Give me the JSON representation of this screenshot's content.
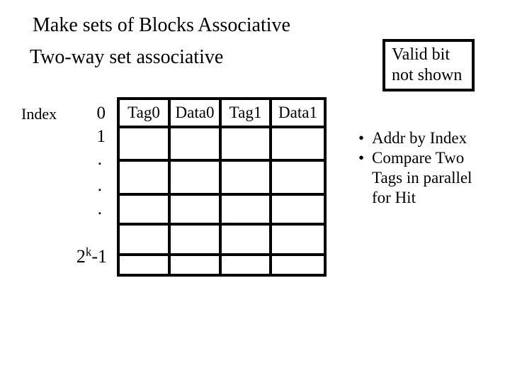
{
  "slide_title": {
    "line1": "Make sets of Blocks Associative",
    "line2": "Two-way set associative"
  },
  "valid_note": {
    "line1": "Valid bit",
    "line2": "not shown"
  },
  "index_column": {
    "label": "Index",
    "first": "0",
    "second": "1",
    "dots": [
      ".",
      ".",
      "."
    ],
    "last_base": "2",
    "last_sup": "k",
    "last_tail": "-1"
  },
  "cache_table": {
    "columns": [
      "Tag0",
      "Data0",
      "Tag1",
      "Data1"
    ],
    "empty_body_rows": 5,
    "body_cells_per_row": 4
  },
  "notes_list": {
    "marker": "•",
    "items": [
      {
        "lines": [
          "Addr by Index"
        ]
      },
      {
        "lines": [
          "Compare Two",
          "Tags in parallel",
          "for Hit"
        ]
      }
    ]
  },
  "colors": {
    "text": "#000000",
    "background": "#ffffff",
    "line": "#000000"
  }
}
